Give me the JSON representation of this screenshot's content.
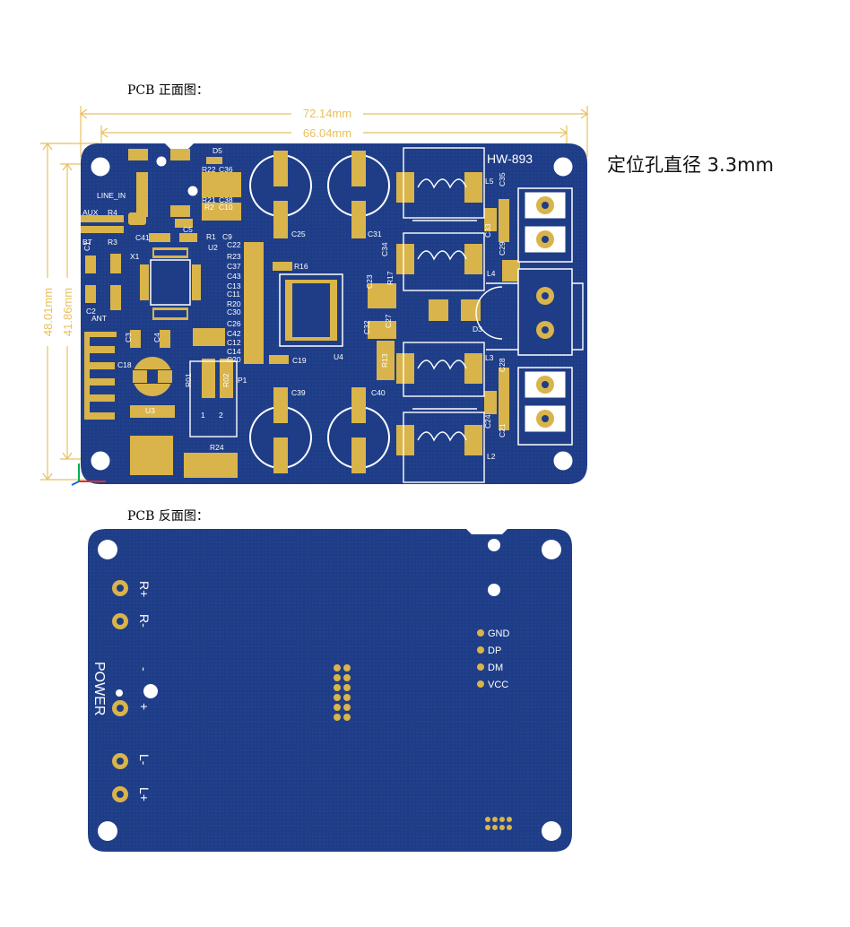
{
  "captions": {
    "front": "PCB 正面图：",
    "back": "PCB 反面图："
  },
  "note": "定位孔直径 3.3mm",
  "dimensions": {
    "width_outer": "72.14mm",
    "width_inner": "66.04mm",
    "height_outer": "48.01mm",
    "height_inner": "41.86mm"
  },
  "front": {
    "board_name": "HW-893",
    "labels": [
      "D5",
      "R22",
      "C36",
      "R21",
      "C38",
      "R2",
      "C10",
      "R1",
      "C9",
      "U2",
      "C5",
      "C41",
      "LINE_IN",
      "AUX",
      "R4",
      "BT",
      "R3",
      "X1",
      "C1",
      "C2",
      "ANT",
      "C3",
      "C4",
      "C18",
      "U3",
      "R24",
      "P1",
      "R01",
      "R02",
      "C22",
      "R23",
      "C37",
      "C43",
      "C13",
      "C11",
      "R20",
      "C30",
      "C26",
      "C42",
      "C12",
      "C14",
      "C20",
      "R16",
      "C19",
      "U4",
      "C23",
      "R17",
      "C34",
      "C32",
      "C27",
      "R13",
      "C25",
      "C31",
      "C39",
      "C40",
      "L5",
      "C35",
      "C33",
      "C29",
      "L4",
      "D3",
      "L3",
      "C28",
      "C24",
      "C21",
      "L2"
    ],
    "pins": [
      "1",
      "2"
    ]
  },
  "back": {
    "labels": {
      "rp": "R+",
      "rm": "R-",
      "pm": "-",
      "power": "POWER",
      "pp": "+",
      "lm": "L-",
      "lp": "L+",
      "gnd": "GND",
      "dp": "DP",
      "dm": "DM",
      "vcc": "VCC"
    }
  },
  "colors": {
    "board": "#1f3d86",
    "copper": "#d9b44a",
    "silk": "#ffffff",
    "dimension": "#e8c060"
  }
}
